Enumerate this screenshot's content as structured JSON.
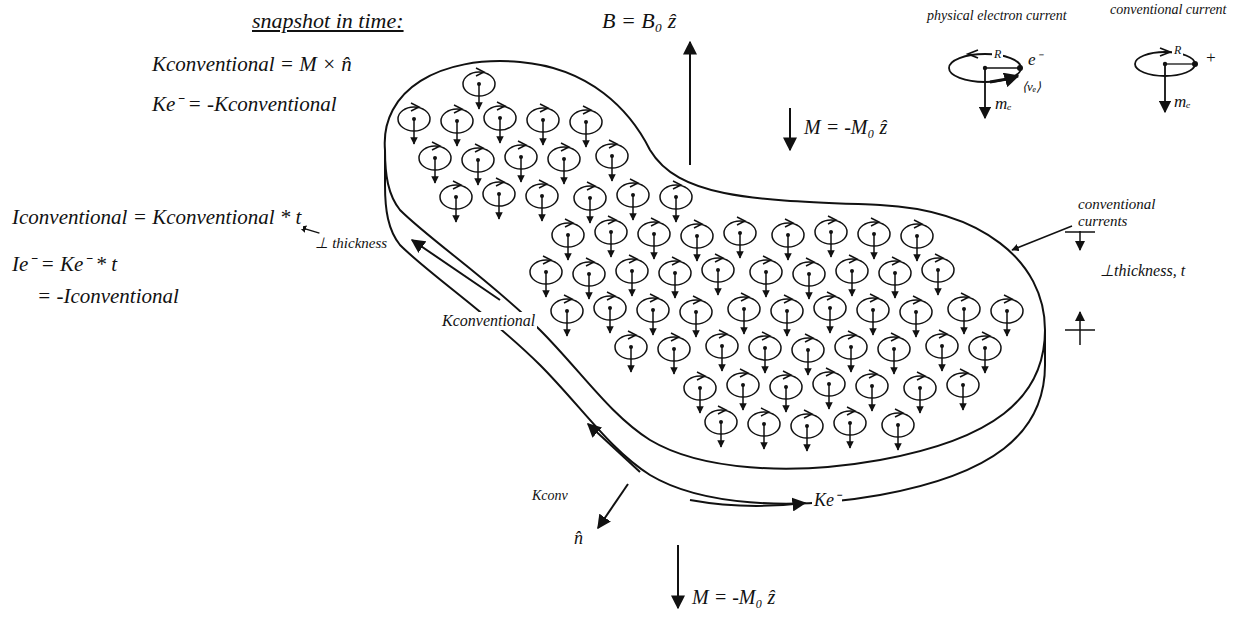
{
  "diagram": {
    "title": "snapshot in time:",
    "labels": [
      "Kconventional = M × n̂",
      "Ke⁻ = -Kconventional",
      "Iconventional = Kconventional * t",
      "⊥ thickness",
      "Ie⁻ = Ke⁻ * t",
      "= -Iconventional",
      "B = B₀ ẑ",
      "physical electron current",
      "R",
      "e⁻",
      "⟨vₑ⟩",
      "mₑ",
      "conventional current",
      "R",
      "+",
      "mₑ",
      "M = -M₀ ẑ",
      "conventional currents",
      "Kconventional",
      "⊥thickness, t",
      "Kconv",
      "Ke⁻",
      "n̂",
      "M = -M₀ ẑ"
    ]
  }
}
